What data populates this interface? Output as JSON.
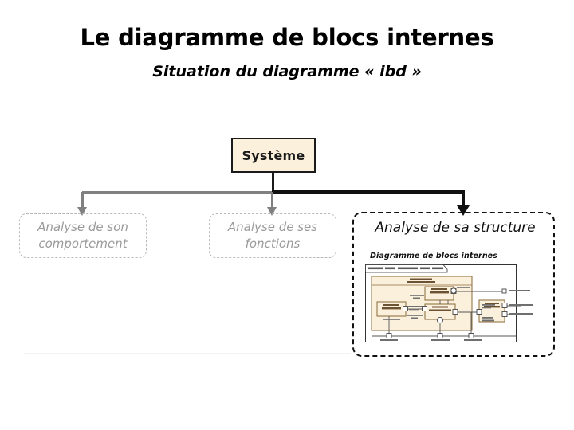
{
  "slide": {
    "title": "Le diagramme de blocs internes",
    "subtitle": "Situation du diagramme « ibd »"
  },
  "diagram": {
    "type": "tree",
    "root": {
      "label": "Système",
      "fill": "#fbf0dc",
      "border": "#1a1a1a"
    },
    "branches": [
      {
        "id": "behavior",
        "label": "Analyse de son comportement",
        "state": "muted",
        "border_color": "#b8b8b8",
        "text_color": "#9a9a9a",
        "connector_color": "#808080"
      },
      {
        "id": "functions",
        "label": "Analyse de ses fonctions",
        "state": "muted",
        "border_color": "#b8b8b8",
        "text_color": "#9a9a9a",
        "connector_color": "#808080"
      },
      {
        "id": "structure",
        "label": "Analyse de sa structure",
        "state": "highlighted",
        "border_color": "#111111",
        "text_color": "#111111",
        "connector_color": "#111111",
        "caption": "Diagramme de blocs internes"
      }
    ]
  },
  "thumbnail": {
    "name": "internal-block-diagram-thumbnail",
    "frame_label": "ibd [block] Système [ Diagramme de blocs internes ]",
    "block_fill": "#faf0dc",
    "block_border": "#8a6a3a",
    "line_color": "#555555",
    "legible": false
  },
  "colors": {
    "background": "#ffffff",
    "accent_cream": "#fbf0dc",
    "muted_grey": "#9a9a9a",
    "line_grey": "#808080",
    "ink": "#111111"
  }
}
